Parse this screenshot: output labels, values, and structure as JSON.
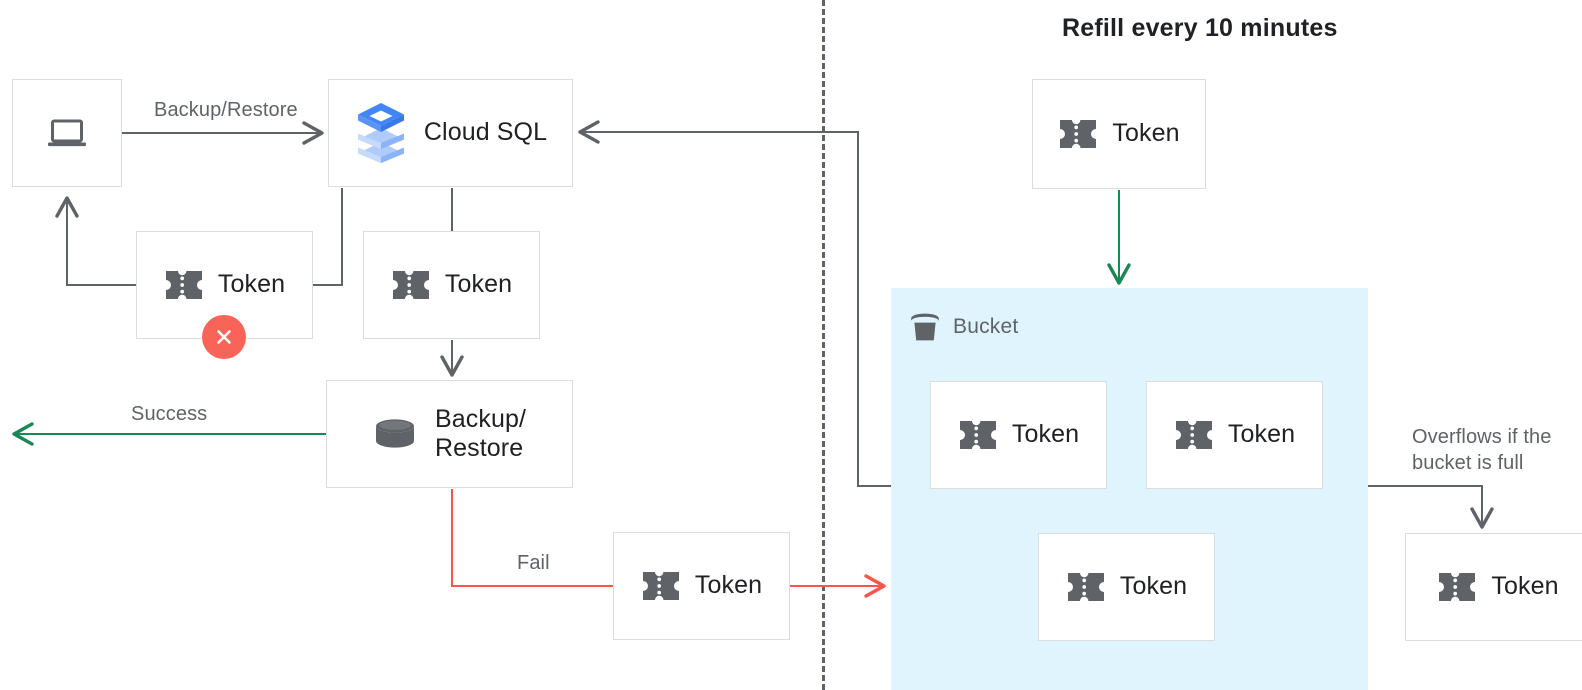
{
  "title": "Refill every 10 minutes",
  "nodes": {
    "client": {
      "name": "client-device",
      "label": "",
      "icon": "laptop-icon"
    },
    "cloud_sql": {
      "name": "cloud-sql",
      "label": "Cloud SQL",
      "icon": "cloud-sql-icon"
    },
    "token_client": {
      "label": "Token",
      "icon": "token-icon"
    },
    "token_sql": {
      "label": "Token",
      "icon": "token-icon"
    },
    "backup_restore": {
      "label": "Backup/\nRestore",
      "icon": "database-icon"
    },
    "token_fail": {
      "label": "Token",
      "icon": "token-icon"
    },
    "token_refill": {
      "label": "Token",
      "icon": "token-icon"
    },
    "token_bucket_1": {
      "label": "Token",
      "icon": "token-icon"
    },
    "token_bucket_2": {
      "label": "Token",
      "icon": "token-icon"
    },
    "token_bucket_3": {
      "label": "Token",
      "icon": "token-icon"
    },
    "token_overflow": {
      "label": "Token",
      "icon": "token-icon"
    }
  },
  "bucket": {
    "label": "Bucket",
    "icon": "bucket-icon"
  },
  "edges": {
    "backup_restore": "Backup/Restore",
    "success": "Success",
    "fail": "Fail",
    "overflow": "Overflows if the\nbucket is full"
  },
  "badges": {
    "fail_mark": "close-icon"
  },
  "colors": {
    "green": "#1a8754",
    "red": "#f9564a",
    "gray_line": "#5f6368",
    "border": "#dadce0",
    "bucket_fill": "#e0f4fd",
    "icon_gray": "#5f6368",
    "text_primary": "#202124",
    "text_secondary": "#5f6368",
    "sql_blue_dark": "#4285f4",
    "sql_blue_mid": "#8ab4f8",
    "sql_blue_light": "#aecbfa"
  }
}
